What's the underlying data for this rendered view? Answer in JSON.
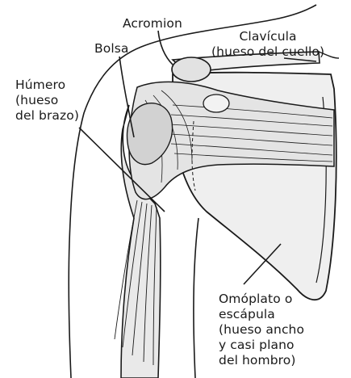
{
  "figure": {
    "labels": {
      "acromion": "Acromion",
      "clavicula": "Clavícula\n(hueso del cuello)",
      "bolsa": "Bolsa",
      "humero": "Húmero\n(hueso\ndel brazo)",
      "omoplato": "Omóplato o\nescápula\n(hueso ancho\ny casi plano\ndel hombro)"
    },
    "colors": {
      "ink": "#1a1a1a",
      "bone_fill": "#efefef",
      "bursa_fill": "#d2d2d2",
      "muscle_fill": "#e4e4e4"
    }
  }
}
